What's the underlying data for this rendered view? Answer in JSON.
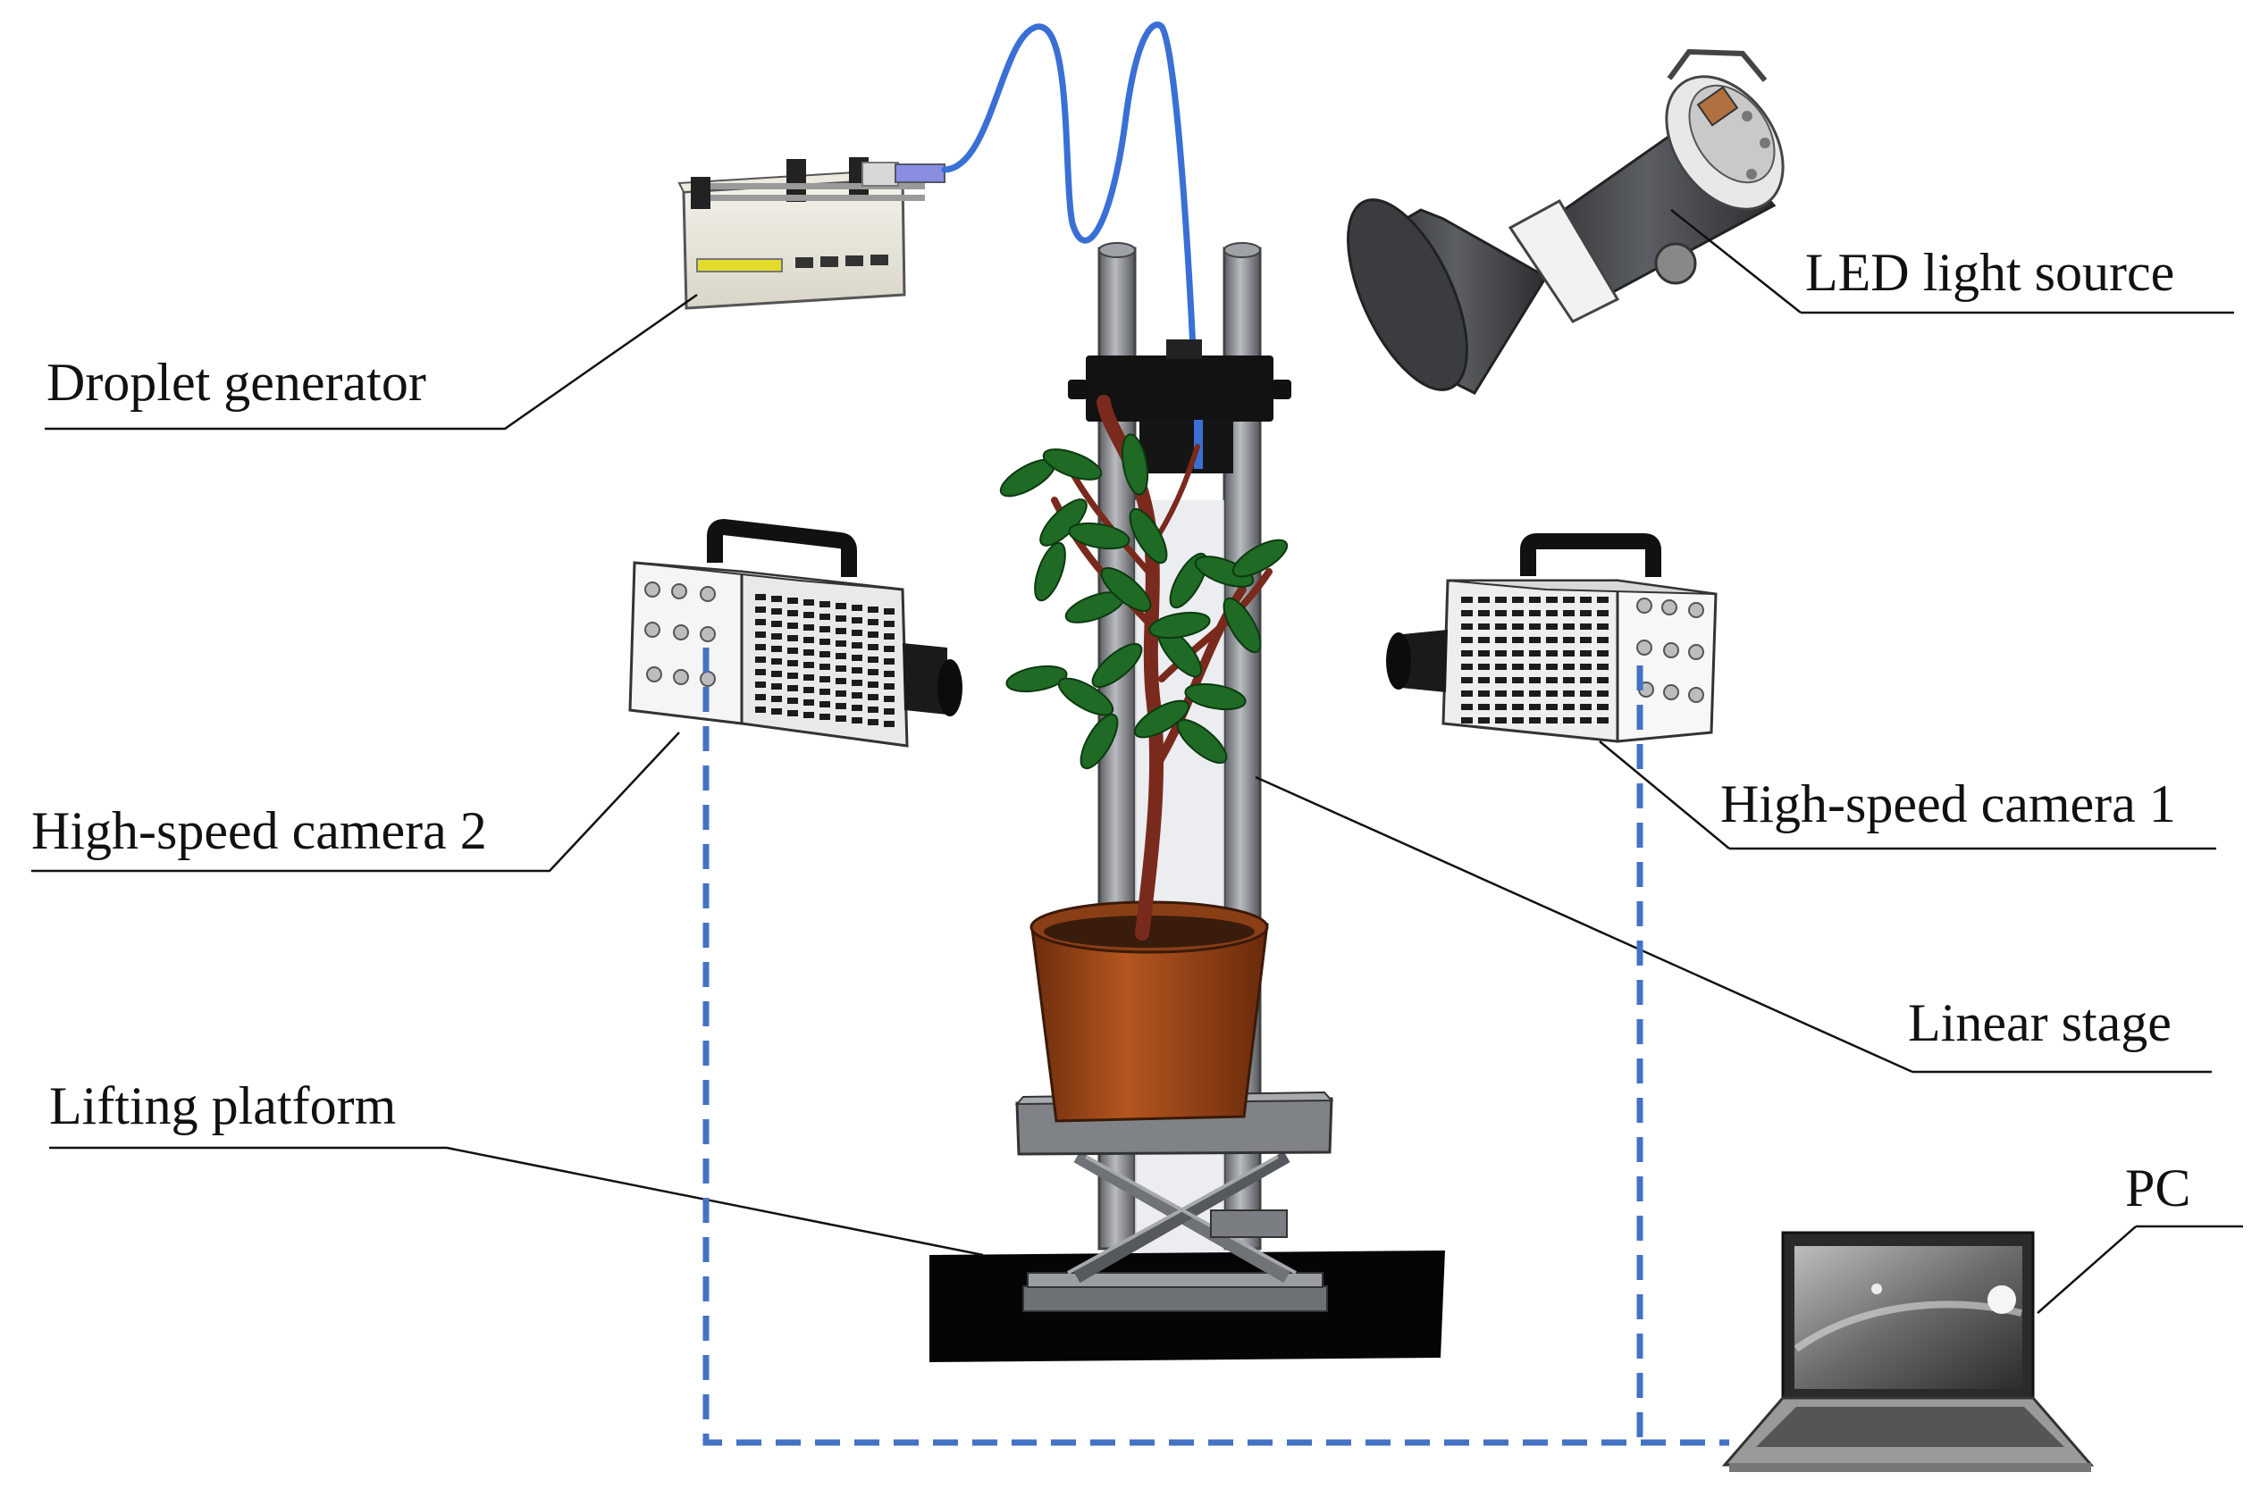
{
  "labels": {
    "droplet_generator": "Droplet generator",
    "led_light_source": "LED light source",
    "high_speed_camera_2": "High-speed camera 2",
    "high_speed_camera_1": "High-speed camera 1",
    "linear_stage": "Linear stage",
    "lifting_platform": "Lifting platform",
    "pc": "PC"
  },
  "colors": {
    "connection": "#4472c4",
    "tube": "#3a6fd6",
    "pot": "#a0491c",
    "stem": "#7a2a1c",
    "leaf": "#1f6a24",
    "rod": "#8a8d92",
    "base": "#050505"
  }
}
